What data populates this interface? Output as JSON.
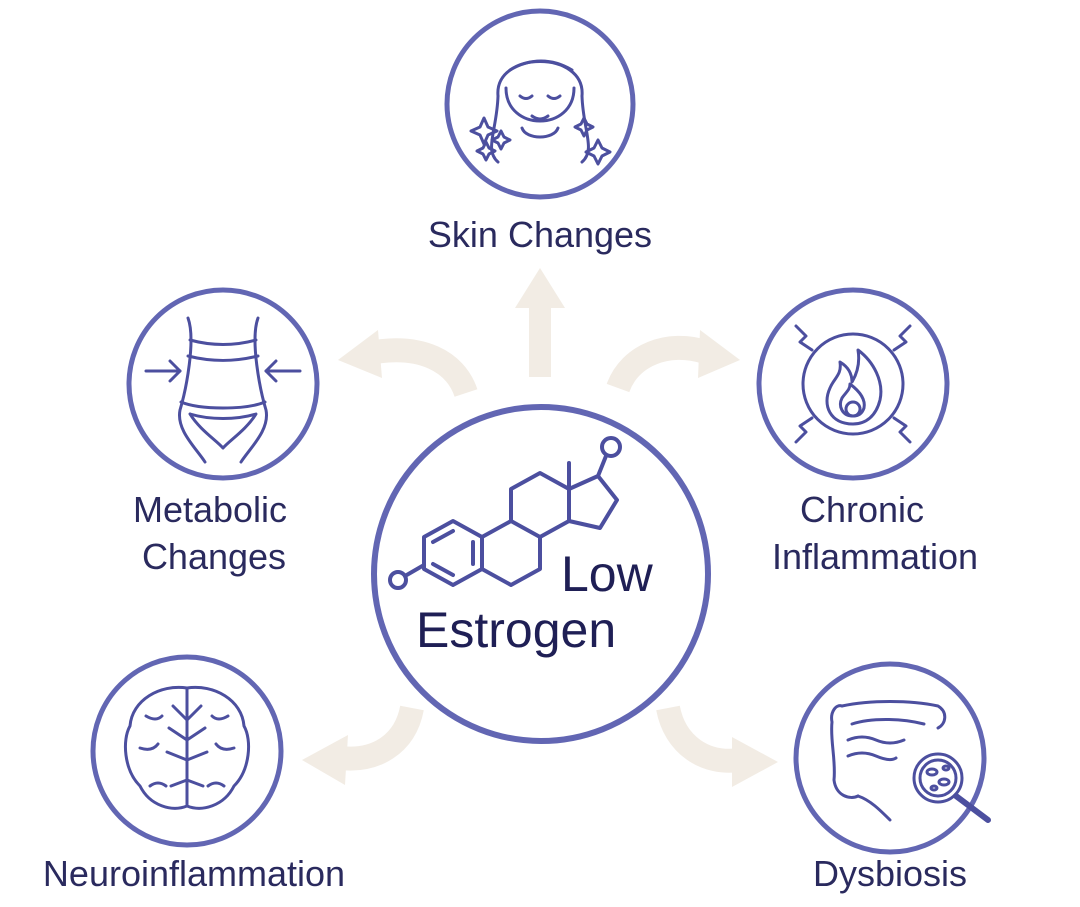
{
  "center": {
    "line1": "Low",
    "line2": "Estrogen"
  },
  "effects": [
    {
      "label": "Skin Changes",
      "icon": "face-sparkles-icon"
    },
    {
      "label_lines": [
        "Metabolic",
        "Changes"
      ],
      "icon": "waist-icon"
    },
    {
      "label_lines": [
        "Chronic",
        "Inflammation"
      ],
      "icon": "flame-icon"
    },
    {
      "label": "Neuroinflammation",
      "icon": "brain-icon"
    },
    {
      "label": "Dysbiosis",
      "icon": "intestine-magnifier-icon"
    }
  ],
  "colors": {
    "ring": "#6266b3",
    "arrow": "#f2ece4",
    "text": "#2a2a5e",
    "icon": "#4c4f9f"
  }
}
